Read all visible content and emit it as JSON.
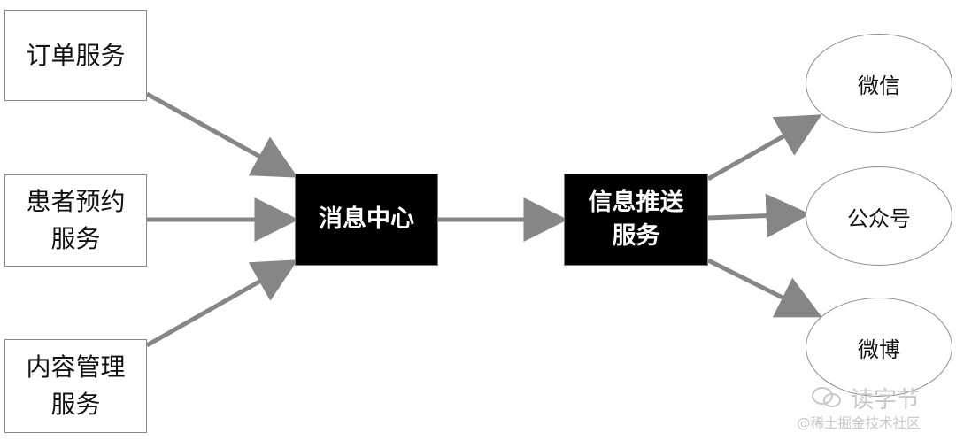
{
  "sources": [
    {
      "id": "order",
      "lines": [
        "订单服务"
      ]
    },
    {
      "id": "appointment",
      "lines": [
        "患者预约",
        "服务"
      ]
    },
    {
      "id": "content",
      "lines": [
        "内容管理",
        "服务"
      ]
    }
  ],
  "center": {
    "label": "消息中心"
  },
  "push": {
    "lines": [
      "信息推送",
      "服务"
    ]
  },
  "channels": [
    {
      "id": "wechat",
      "label": "微信"
    },
    {
      "id": "official_account",
      "label": "公众号"
    },
    {
      "id": "weibo",
      "label": "微博"
    }
  ],
  "watermark": {
    "brand": "读字节",
    "attribution": "@稀土掘金技术社区"
  },
  "colors": {
    "arrow": "#868686",
    "dark_box": "#000000",
    "border": "#8a8a8a",
    "watermark": "#c8c8c8"
  }
}
